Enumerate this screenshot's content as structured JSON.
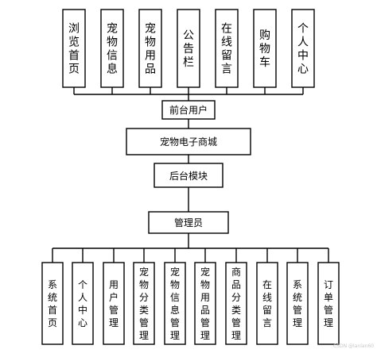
{
  "top_modules": [
    "浏览首页",
    "宠物信息",
    "宠物用品",
    "公告栏",
    "在线留言",
    "购物车",
    "个人中心"
  ],
  "front_user": "前台用户",
  "system": "宠物电子商城",
  "backend": "后台模块",
  "admin": "管理员",
  "admin_modules": [
    "系统首页",
    "个人中心",
    "用户管理",
    "宠物分类管理",
    "宠物信息管理",
    "宠物用品管理",
    "商品分类管理",
    "在线留言",
    "系统管理",
    "订单管理"
  ],
  "watermark": "CSDN @lanlan60",
  "colors": {
    "line": "#000000",
    "box_fill": "#ffffff",
    "text": "#000000"
  }
}
